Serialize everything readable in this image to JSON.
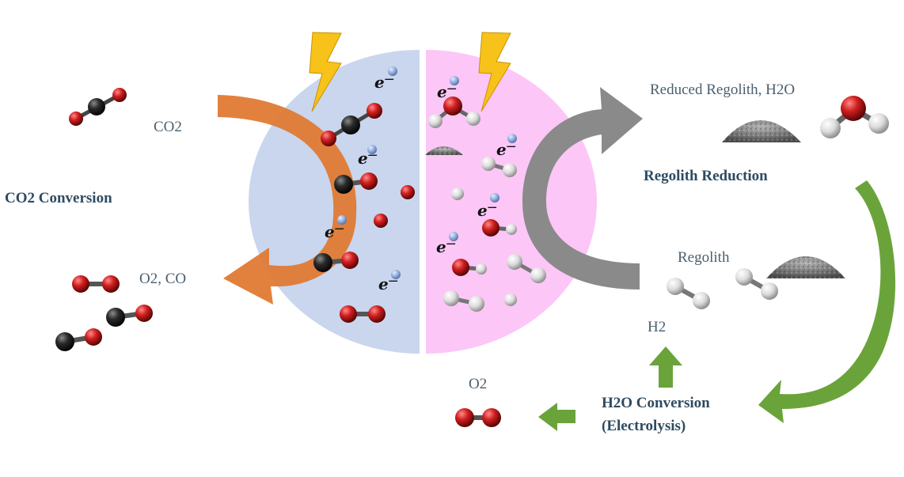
{
  "labels": {
    "co2": "CO2",
    "co2_conversion": "CO2 Conversion",
    "o2_co": "O2, CO",
    "reduced_regolith_h2o": "Reduced Regolith, H2O",
    "regolith_reduction": "Regolith Reduction",
    "regolith": "Regolith",
    "h2": "H2",
    "o2": "O2",
    "h2o_conversion_line1": "H2O Conversion",
    "h2o_conversion_line2": "(Electrolysis)",
    "electron": "e"
  },
  "colors": {
    "left_half": "#c9d6ee",
    "right_half": "#fcc6f7",
    "orange_arrow": "#e07a34",
    "gray_arrow": "#8a8a8a",
    "green_arrow": "#6aa33a",
    "oxygen": "#d11f1f",
    "carbon": "#2a2a2a",
    "hydrogen": "#e8e8e8",
    "lightning": "#f7c21a"
  },
  "icons": [
    "lightning-bolt-icon",
    "regolith-pile-icon"
  ]
}
